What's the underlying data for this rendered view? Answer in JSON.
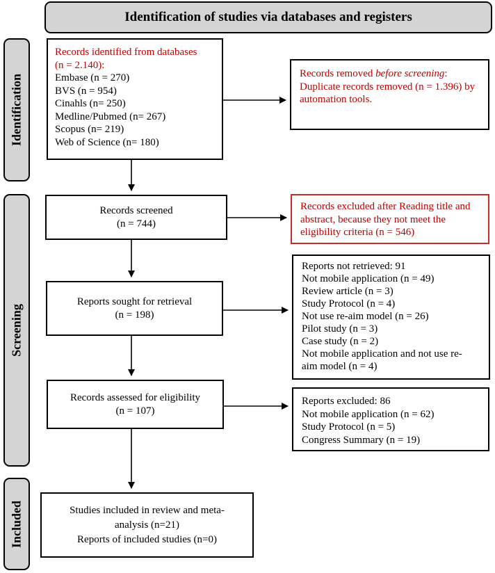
{
  "header": {
    "title": "Identification of studies via databases and registers"
  },
  "phases": {
    "identification": "Identification",
    "screening": "Screening",
    "included": "Included"
  },
  "identified": {
    "heading_1": "Records identified from databases",
    "heading_2": "(n = 2.140):",
    "sources": [
      "Embase (n = 270)",
      "BVS (n = 954)",
      "Cinahls (n= 250)",
      "Medline/Pubmed (n= 267)",
      "Scopus (n= 219)",
      "Web of Science (n= 180)"
    ]
  },
  "removed": {
    "line1_prefix": "Records removed ",
    "line1_emphasis": "before screening",
    "line1_suffix": ":",
    "line2": "Duplicate records removed (n = 1.396) by",
    "line3": "automation tools."
  },
  "screened": {
    "label": "Records screened",
    "count": "(n = 744)"
  },
  "excluded_screening": {
    "line1": "Records excluded after Reading title and",
    "line2": "abstract, because they not meet the",
    "line3": "eligibility criteria (n = 546)"
  },
  "sought": {
    "label": "Reports sought for retrieval",
    "count": "(n = 198)"
  },
  "not_retrieved": {
    "items": [
      "Reports not retrieved: 91",
      "Not mobile application (n = 49)",
      "Review article (n = 3)",
      "Study Protocol (n = 4)",
      "Not use re-aim model (n = 26)",
      "Pilot study (n = 3)",
      "Case study (n = 2)",
      "Not mobile application and not use re-",
      "aim model (n = 4)"
    ]
  },
  "assessed": {
    "label": "Records assessed for eligibility",
    "count": "(n = 107)"
  },
  "excluded_reports": {
    "items": [
      "Reports excluded: 86",
      "Not mobile application (n = 62)",
      "Study Protocol (n = 5)",
      "Congress Summary (n = 19)"
    ]
  },
  "included": {
    "line1": "Studies included in review and meta-",
    "line2": "analysis (n=21)",
    "line3": "Reports of included studies (n=0)"
  },
  "colors": {
    "phase_fill": "#d4d4d4",
    "highlight_red": "#c00000",
    "red_border": "#cc2929"
  }
}
